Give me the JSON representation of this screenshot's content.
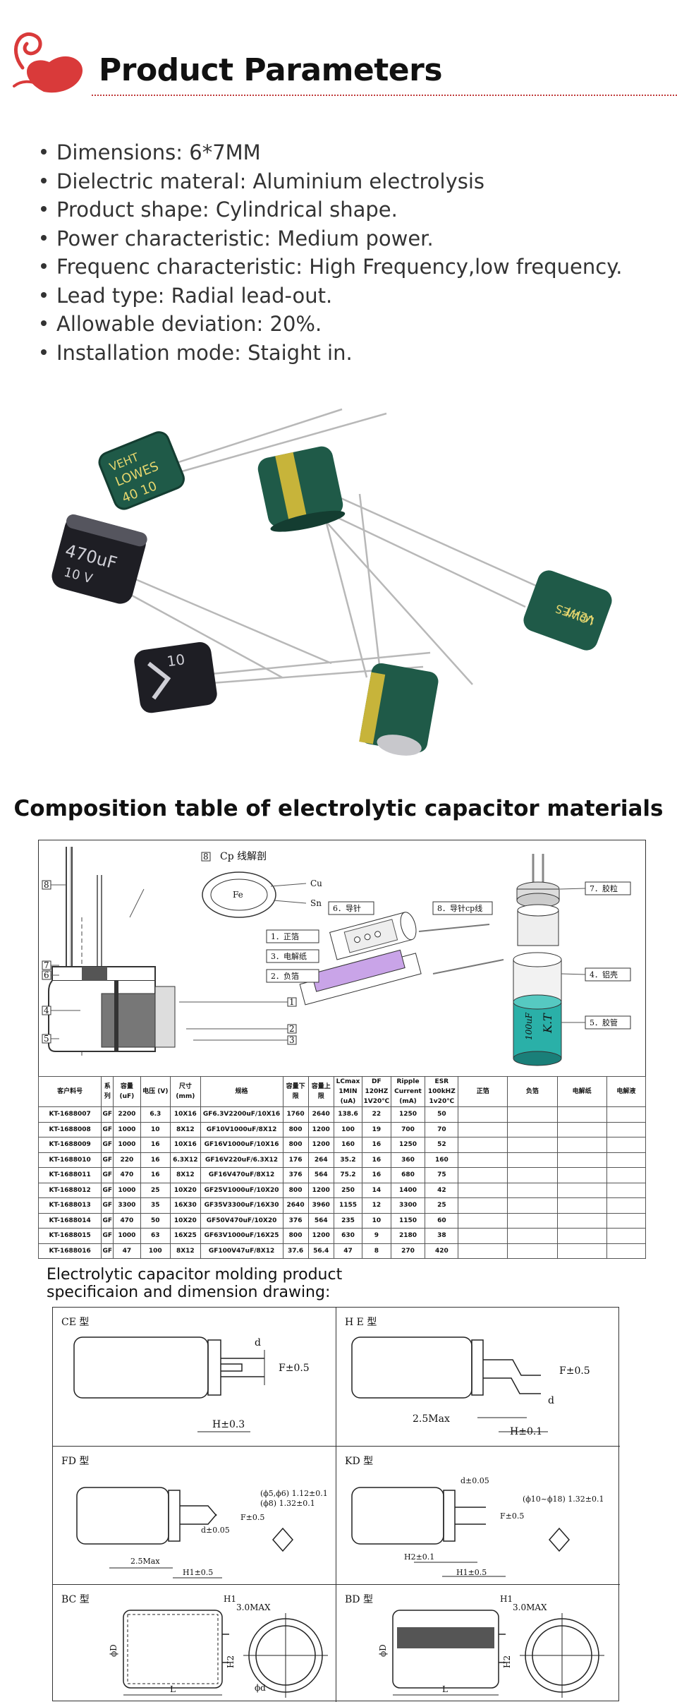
{
  "header": {
    "title": "Product Parameters"
  },
  "specs": [
    "Dimensions:  6*7MM",
    "Dielectric materal:  Aluminium electrolysis",
    "Product shape:  Cylindrical shape.",
    "Power characteristic:  Medium power.",
    "Frequenc characteristic: High Frequency,low frequency.",
    "Lead type: Radial lead-out.",
    "Allowable deviation: 20%.",
    "Installation mode: Staight in."
  ],
  "photo": {
    "cap_labels": [
      "VEHT",
      "LOWES",
      "40 10",
      "470uF",
      "10 V",
      "10"
    ]
  },
  "composition": {
    "title": "Composition table of electrolytic capacitor materials",
    "diagram_labels": {
      "cp_section": "Cp 线解剖",
      "fe": "Fe",
      "cu": "Cu",
      "sn": "Sn",
      "guide_pin": "6．导针",
      "guide_cp": "8．导针cp线",
      "pos_foil": "1．正箔",
      "electrolytic_paper": "3．电解纸",
      "neg_foil": "2．负箔",
      "rubber_plug": "7．胶粒",
      "aluminum_shell": "4．铝壳",
      "rubber_tube": "5．胶管",
      "sleeve_text_1": "100uF",
      "sleeve_text_2": "K.T",
      "num_8": "8",
      "num_7": "7",
      "num_6": "6",
      "num_4": "4",
      "num_5": "5",
      "num_1": "1",
      "num_2": "2",
      "num_3": "3"
    },
    "table": {
      "headers": [
        "客户料号",
        "系列",
        "容量(uF)",
        "电压 (V)",
        "尺寸(mm)",
        "规格",
        "容量下限",
        "容量上限",
        "LCmax 1MIN (uA)",
        "DF 120HZ 1V20℃",
        "Ripple Current (mA)",
        "ESR 100kHZ 1v20℃",
        "正箔",
        "负箔",
        "电解纸",
        "电解液"
      ],
      "rows": [
        [
          "KT-1688007",
          "GF",
          "2200",
          "6.3",
          "10X16",
          "GF6.3V2200uF/10X16",
          "1760",
          "2640",
          "138.6",
          "22",
          "1250",
          "50",
          "",
          "",
          "",
          ""
        ],
        [
          "KT-1688008",
          "GF",
          "1000",
          "10",
          "8X12",
          "GF10V1000uF/8X12",
          "800",
          "1200",
          "100",
          "19",
          "700",
          "70",
          "",
          "",
          "",
          ""
        ],
        [
          "KT-1688009",
          "GF",
          "1000",
          "16",
          "10X16",
          "GF16V1000uF/10X16",
          "800",
          "1200",
          "160",
          "16",
          "1250",
          "52",
          "",
          "",
          "",
          ""
        ],
        [
          "KT-1688010",
          "GF",
          "220",
          "16",
          "6.3X12",
          "GF16V220uF/6.3X12",
          "176",
          "264",
          "35.2",
          "16",
          "360",
          "160",
          "",
          "",
          "",
          ""
        ],
        [
          "KT-1688011",
          "GF",
          "470",
          "16",
          "8X12",
          "GF16V470uF/8X12",
          "376",
          "564",
          "75.2",
          "16",
          "680",
          "75",
          "",
          "",
          "",
          ""
        ],
        [
          "KT-1688012",
          "GF",
          "1000",
          "25",
          "10X20",
          "GF25V1000uF/10X20",
          "800",
          "1200",
          "250",
          "14",
          "1400",
          "42",
          "",
          "",
          "",
          ""
        ],
        [
          "KT-1688013",
          "GF",
          "3300",
          "35",
          "16X30",
          "GF35V3300uF/16X30",
          "2640",
          "3960",
          "1155",
          "12",
          "3300",
          "25",
          "",
          "",
          "",
          ""
        ],
        [
          "KT-1688014",
          "GF",
          "470",
          "50",
          "10X20",
          "GF50V470uF/10X20",
          "376",
          "564",
          "235",
          "10",
          "1150",
          "60",
          "",
          "",
          "",
          ""
        ],
        [
          "KT-1688015",
          "GF",
          "1000",
          "63",
          "16X25",
          "GF63V1000uF/16X25",
          "800",
          "1200",
          "630",
          "9",
          "2180",
          "38",
          "",
          "",
          "",
          ""
        ],
        [
          "KT-1688016",
          "GF",
          "47",
          "100",
          "8X12",
          "GF100V47uF/8X12",
          "37.6",
          "56.4",
          "47",
          "8",
          "270",
          "420",
          "",
          "",
          "",
          ""
        ]
      ]
    }
  },
  "molding": {
    "title_line1": "Electrolytic capacitor molding product",
    "title_line2": "specificaion and dimension drawing:",
    "cells": [
      {
        "label": "CE 型",
        "dims": [
          "d",
          "F±0.5",
          "H±0.3"
        ]
      },
      {
        "label": "H E 型",
        "dims": [
          "F±0.5",
          "d",
          "2.5Max",
          "H±0.1"
        ]
      },
      {
        "label": "FD 型",
        "dims": [
          "(ϕ5,ϕ6) 1.12±0.1",
          "(ϕ8) 1.32±0.1",
          "F±0.5",
          "d±0.05",
          "2.5Max",
          "H1±0.5"
        ]
      },
      {
        "label": "KD 型",
        "dims": [
          "d±0.05",
          "(ϕ10~ϕ18) 1.32±0.1",
          "F±0.5",
          "H2±0.1",
          "H1±0.5"
        ]
      },
      {
        "label": "BC 型",
        "dims": [
          "H1",
          "3.0MAX",
          "ϕD",
          "H2",
          "ϕd",
          "L"
        ]
      },
      {
        "label": "BD 型",
        "dims": [
          "H1",
          "3.0MAX",
          "ϕD",
          "H2",
          "L"
        ]
      }
    ]
  },
  "colors": {
    "logo_red": "#d93a3a",
    "cap_green": "#1f5a48",
    "cap_black": "#1e1e24",
    "sleeve_teal": "#2ab0a8",
    "paper_purple": "#c9a4e8"
  }
}
